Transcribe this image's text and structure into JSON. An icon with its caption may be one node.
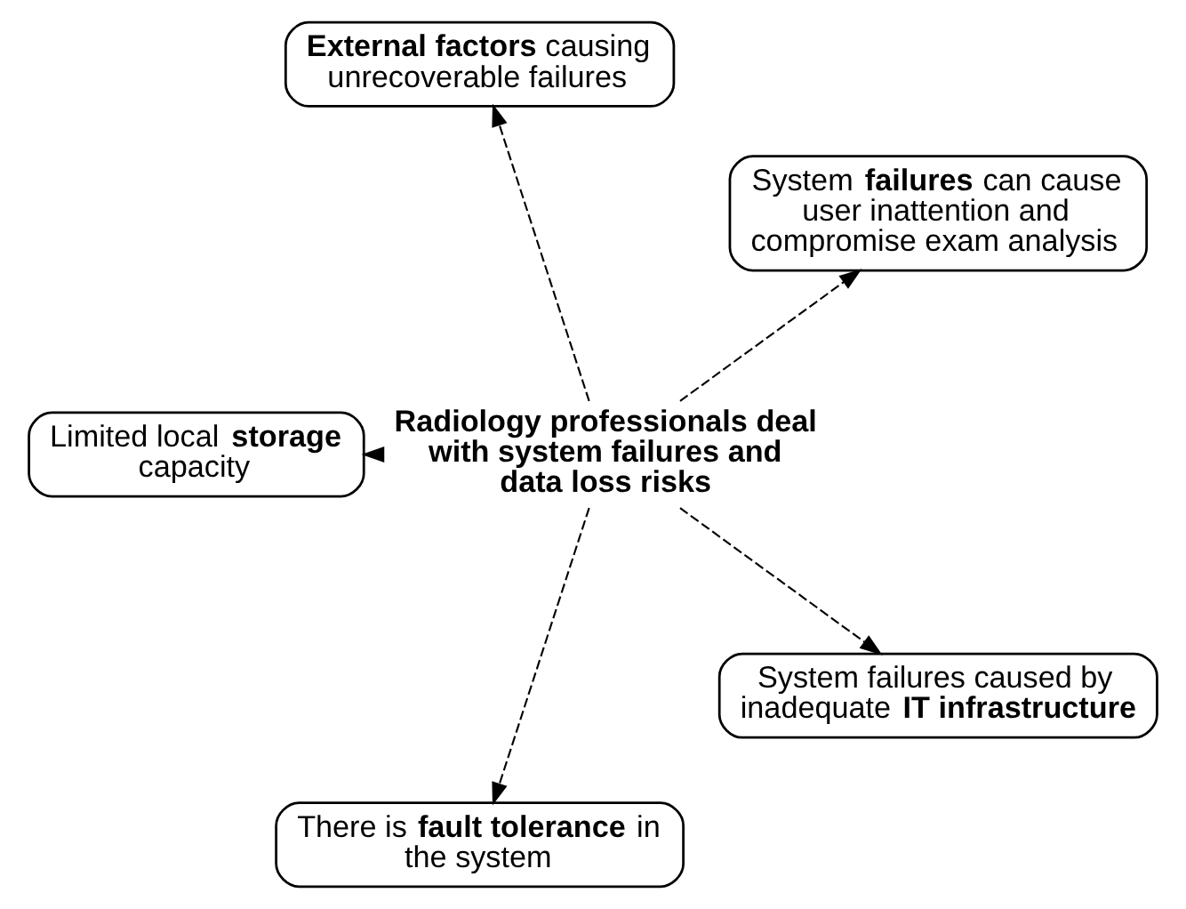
{
  "diagram": {
    "nodes": [
      {
        "text": [
          "Radiology professionals deal with system failures and data loss risks"
        ]
      },
      {
        "text": [
          "System **failures** can cause user inattention and compromise exam analysis"
        ]
      },
      {
        "text": [
          "**External factors** causing unrecoverable failures"
        ]
      },
      {
        "text": [
          "Limited local **storage** capacity"
        ]
      },
      {
        "text": [
          "There is **fault tolerance** in the system"
        ]
      },
      {
        "text": [
          "System failures caused by inadequate **IT infrastructure**"
        ]
      }
    ],
    "edges": [
      {
        "from": 0,
        "to": 1,
        "arrow": "to",
        "style": "dashed"
      },
      {
        "from": 0,
        "to": 2,
        "arrow": "to",
        "style": "dashed"
      },
      {
        "from": 0,
        "to": 3,
        "arrow": "to",
        "style": "dashed"
      },
      {
        "from": 0,
        "to": 4,
        "arrow": "to",
        "style": "dashed"
      },
      {
        "from": 0,
        "to": 5,
        "arrow": "to",
        "style": "dashed"
      }
    ]
  }
}
